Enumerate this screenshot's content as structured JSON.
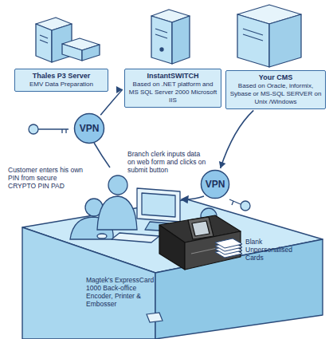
{
  "diagram": {
    "nodes": [
      {
        "text": [
          "Thales P3 Server",
          "EMV Data Preparation"
        ]
      },
      {
        "text": [
          "InstantSWITCH",
          "Based on .NET platform and MS SQL Server 2000 Microsoft IIS"
        ]
      },
      {
        "text": [
          "Your CMS",
          "Based on Oracle, informix, Sybase or MS-SQL SERVER on Unix /Windows"
        ]
      },
      {
        "text": [
          "VPN"
        ]
      },
      {
        "text": [
          "VPN"
        ]
      }
    ],
    "edges": [
      {
        "from": 3,
        "to": 1,
        "arrow": "to"
      },
      {
        "from": 2,
        "to": 4,
        "arrow": "to"
      }
    ],
    "labels": [
      "Branch clerk inputs data on web form and clicks on submit button",
      "Customer enters his own PIN from secure CRYPTO PIN PAD",
      "Blank Unpersonalised Cards",
      "Magtek's ExpressCard 1000 Back-office Encoder, Printer & Embosser"
    ]
  }
}
